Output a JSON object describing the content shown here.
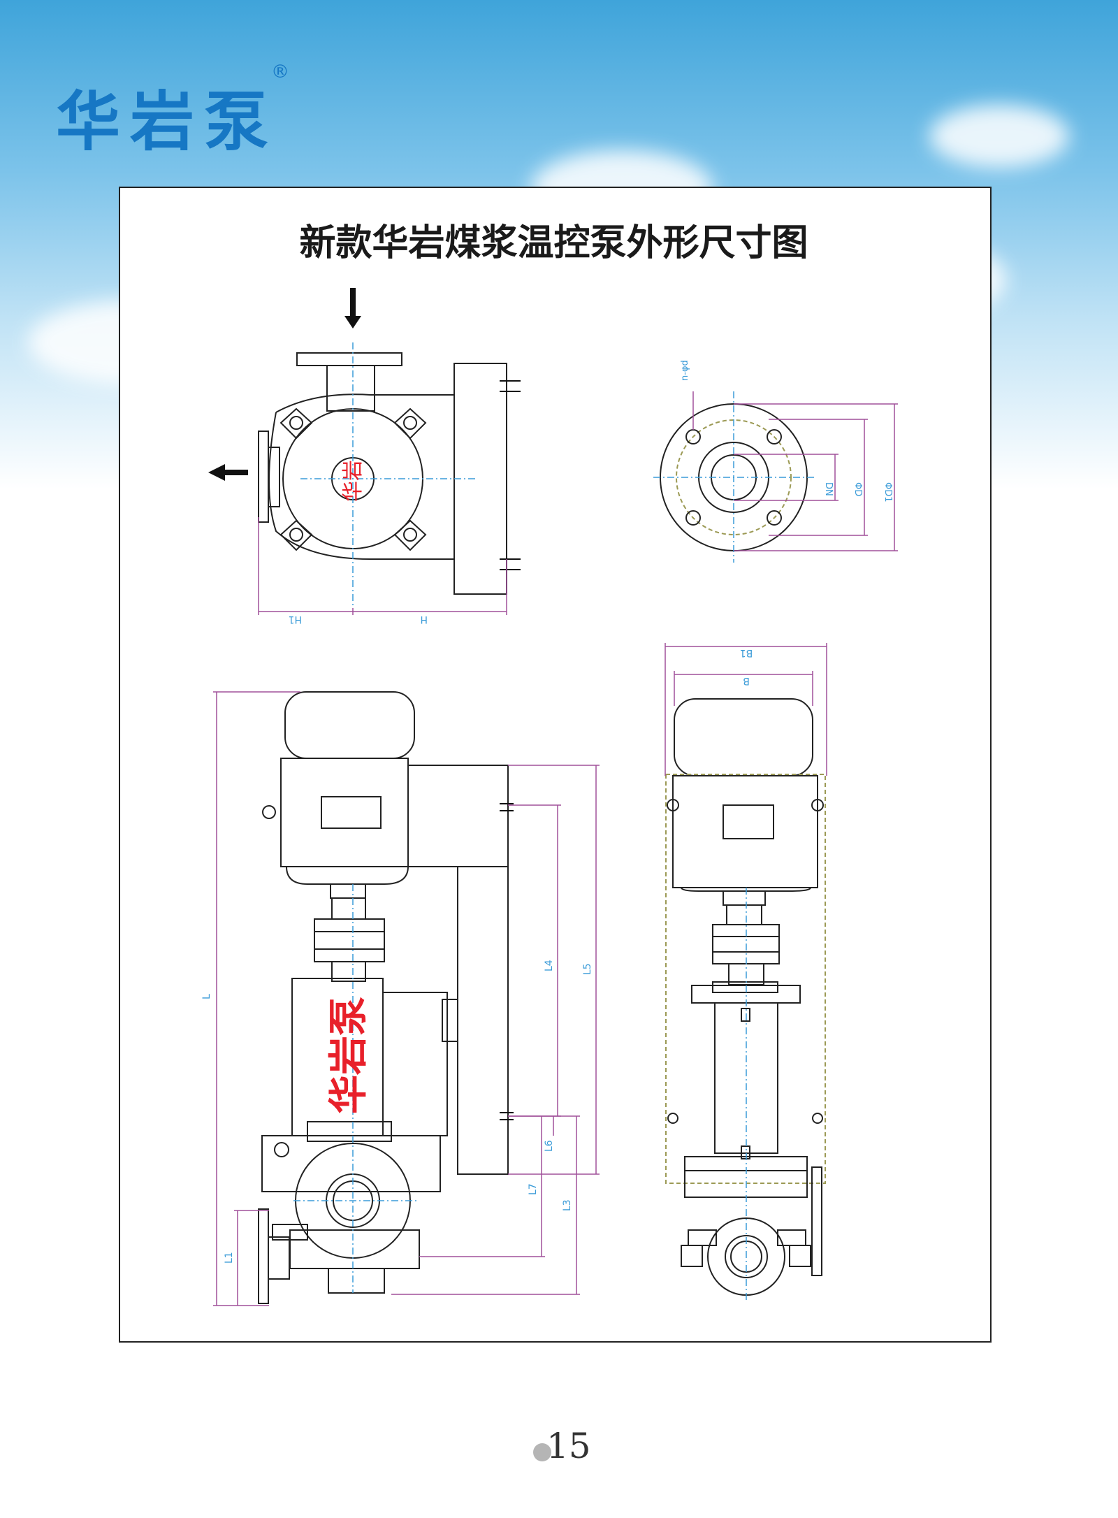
{
  "header": {
    "brand": "华岩泵",
    "registered_mark": "®"
  },
  "page": {
    "title": "新款华岩煤浆温控泵外形尺寸图",
    "page_number": "15"
  },
  "drawings": {
    "top_view": {
      "pump_label": "华岩",
      "dim_H1": "H1",
      "dim_H": "H"
    },
    "flange_view": {
      "dim_nd": "n-φd",
      "dim_DN": "DN",
      "dim_D": "ΦD",
      "dim_D1": "ΦD1"
    },
    "front_view": {
      "pump_label": "华岩泵",
      "dim_L": "L",
      "dim_L1": "L1",
      "dim_L3": "L3",
      "dim_L4": "L4",
      "dim_L5": "L5",
      "dim_L6": "L6",
      "dim_L7": "L7"
    },
    "side_view": {
      "dim_B": "B",
      "dim_B1": "B1"
    }
  },
  "colors": {
    "brand": "#1677c4",
    "dimension": "#a0509a",
    "centerline": "#3a9bd8",
    "pump_text": "#e8202a",
    "outline": "#222222"
  }
}
